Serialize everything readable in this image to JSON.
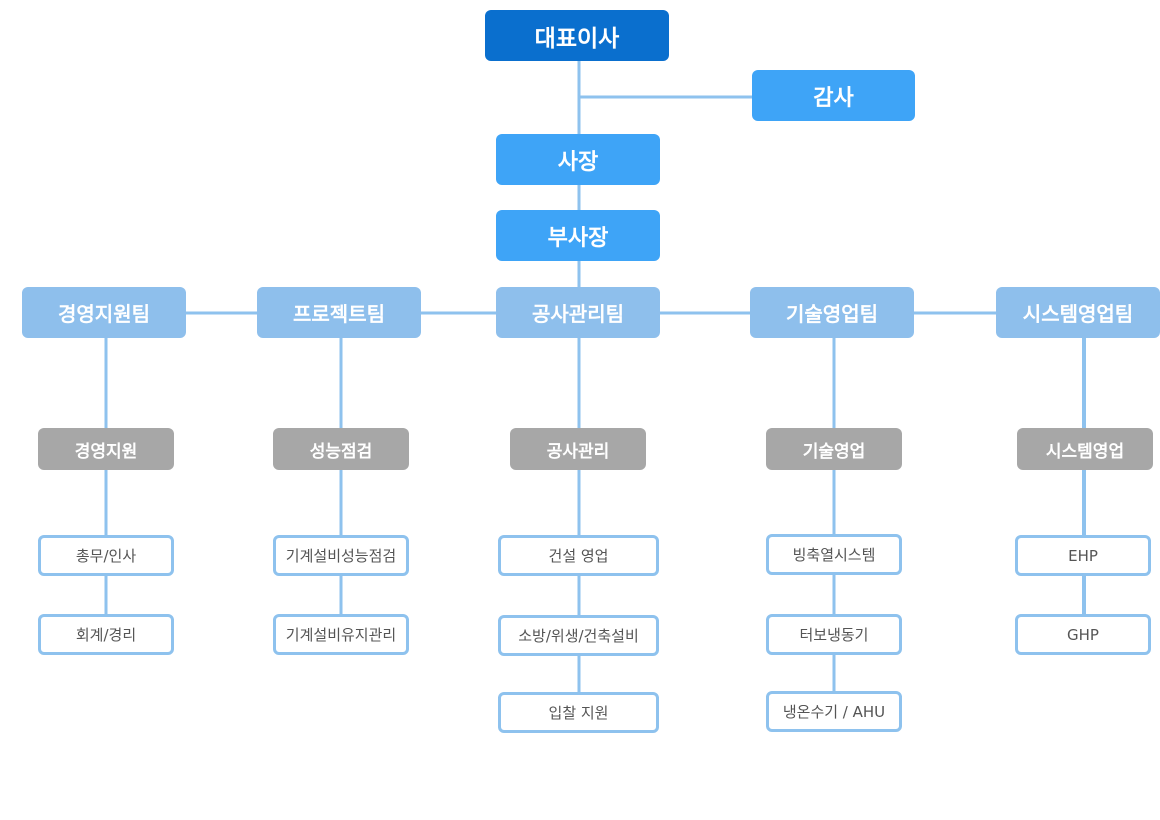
{
  "top": {
    "ceo": "대표이사",
    "audit": "감사",
    "president": "사장",
    "vice_president": "부사장"
  },
  "columns": [
    {
      "team": "경영지원팀",
      "dept": "경영지원",
      "items": [
        "총무/인사",
        "회계/경리"
      ]
    },
    {
      "team": "프로젝트팀",
      "dept": "성능점검",
      "items": [
        "기계설비성능점검",
        "기계설비유지관리"
      ]
    },
    {
      "team": "공사관리팀",
      "dept": "공사관리",
      "items": [
        "건설 영업",
        "소방/위생/건축설비",
        "입찰 지원"
      ]
    },
    {
      "team": "기술영업팀",
      "dept": "기술영업",
      "items": [
        "빙축열시스템",
        "터보냉동기",
        "냉온수기 / AHU"
      ]
    },
    {
      "team": "시스템영업팀",
      "dept": "시스템영업",
      "items": [
        "EHP",
        "GHP"
      ]
    }
  ],
  "colors": {
    "ceo": "#0a6fce",
    "executive": "#3ea4f7",
    "team": "#8ebfec",
    "department": "#a7a7a7",
    "item_border": "#8ec2ee",
    "connector": "#8ec2ee"
  }
}
